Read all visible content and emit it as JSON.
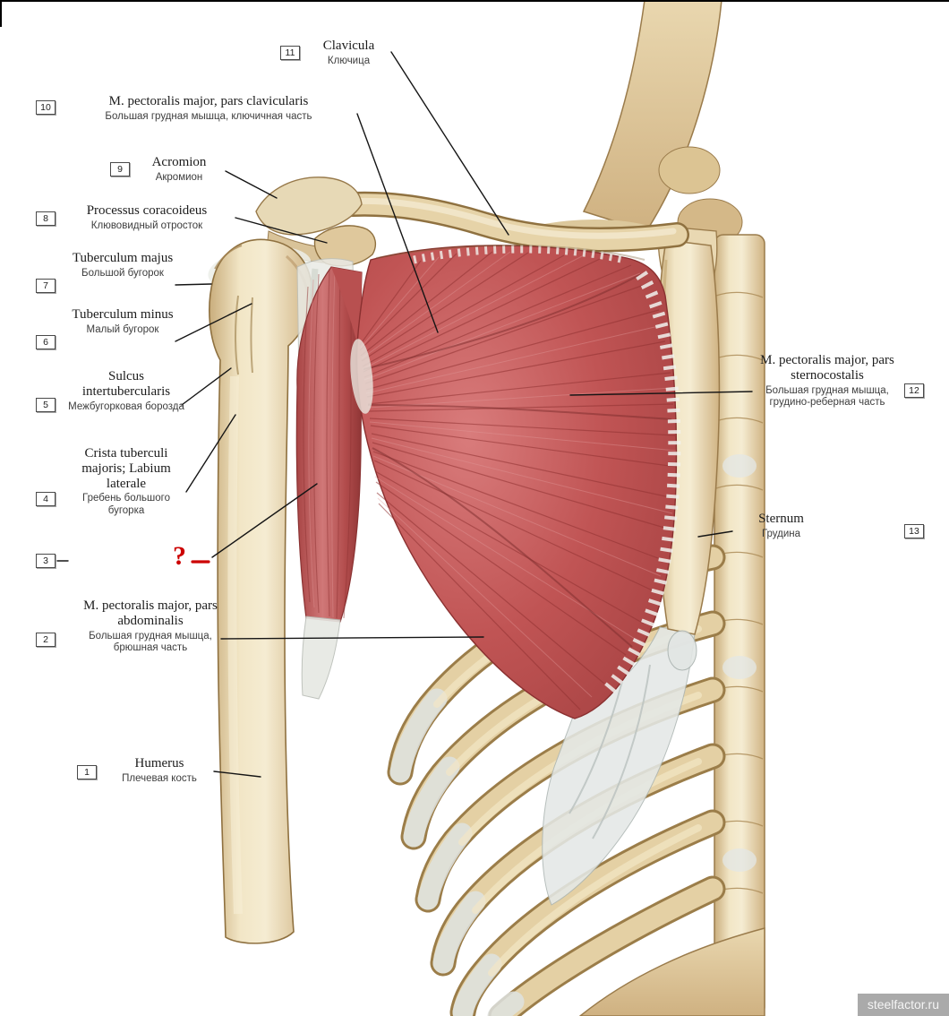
{
  "colors": {
    "muscle": "#c25757",
    "bone": "#e2cda0",
    "cartilage": "#e4e8e6",
    "marker_red": "#cc0000"
  },
  "labels": {
    "l1": {
      "num": "1",
      "latin": "Humerus",
      "russian": "Плечевая кость"
    },
    "l2": {
      "num": "2",
      "latin": "M. pectoralis major, pars abdominalis",
      "russian": "Большая грудная мышца, брюшная часть"
    },
    "l3": {
      "num": "3"
    },
    "l4": {
      "num": "4",
      "latin": "Crista tuberculi majoris; Labium laterale",
      "russian": "Гребень большого бугорка"
    },
    "l5": {
      "num": "5",
      "latin": "Sulcus intertubercularis",
      "russian": "Межбугорковая борозда"
    },
    "l6": {
      "num": "6",
      "latin": "Tuberculum minus",
      "russian": "Малый бугорок"
    },
    "l7": {
      "num": "7",
      "latin": "Tuberculum majus",
      "russian": "Большой бугорок"
    },
    "l8": {
      "num": "8",
      "latin": "Processus coracoideus",
      "russian": "Клювовидный отросток"
    },
    "l9": {
      "num": "9",
      "latin": "Acromion",
      "russian": "Акромион"
    },
    "l10": {
      "num": "10",
      "latin": "M. pectoralis major, pars clavicularis",
      "russian": "Большая грудная мышца, ключичная часть"
    },
    "l11": {
      "num": "11",
      "latin": "Clavicula",
      "russian": "Ключица"
    },
    "l12": {
      "num": "12",
      "latin": "M. pectoralis major, pars sternocostalis",
      "russian": "Большая грудная мышца, грудино-реберная часть"
    },
    "l13": {
      "num": "13",
      "latin": "Sternum",
      "russian": "Грудина"
    }
  },
  "quiz": {
    "mark": "?"
  },
  "watermark": "steelfactor.ru"
}
